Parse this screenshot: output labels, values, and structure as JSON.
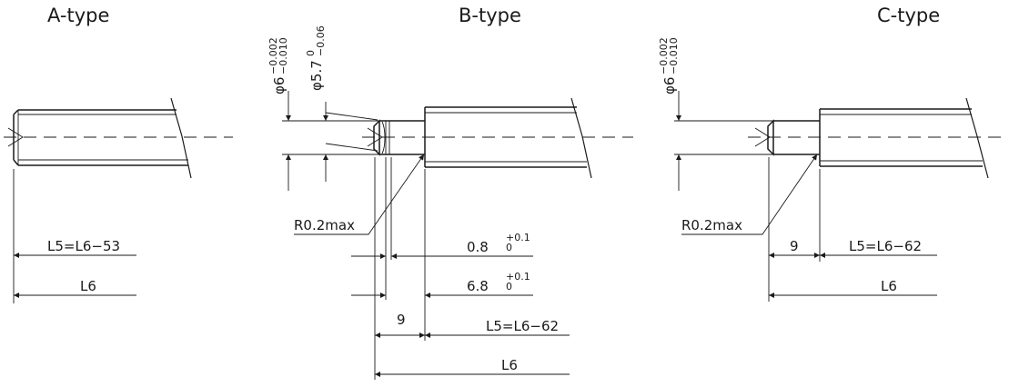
{
  "types": {
    "a": {
      "title": "A-type",
      "dim_l5": "L5=L6−53",
      "dim_l6": "L6"
    },
    "b": {
      "title": "B-type",
      "dia_main": "φ6",
      "tol_main_upper": "−0.002",
      "tol_main_lower": "−0.010",
      "dia_step": "φ5.7",
      "tol_step_upper": "0",
      "tol_step_lower": "−0.06",
      "radius": "R0.2max",
      "dim_groove": "0.8",
      "tol_groove_upper": "+0.1",
      "tol_groove_lower": "0",
      "dim_step": "6.8",
      "tol_step_len_upper": "+0.1",
      "tol_step_len_lower": "0",
      "dim_9": "9",
      "dim_l5": "L5=L6−62",
      "dim_l6": "L6"
    },
    "c": {
      "title": "C-type",
      "dia_main": "φ6",
      "tol_main_upper": "−0.002",
      "tol_main_lower": "−0.010",
      "radius": "R0.2max",
      "dim_9": "9",
      "dim_l5": "L5=L6−62",
      "dim_l6": "L6"
    }
  }
}
